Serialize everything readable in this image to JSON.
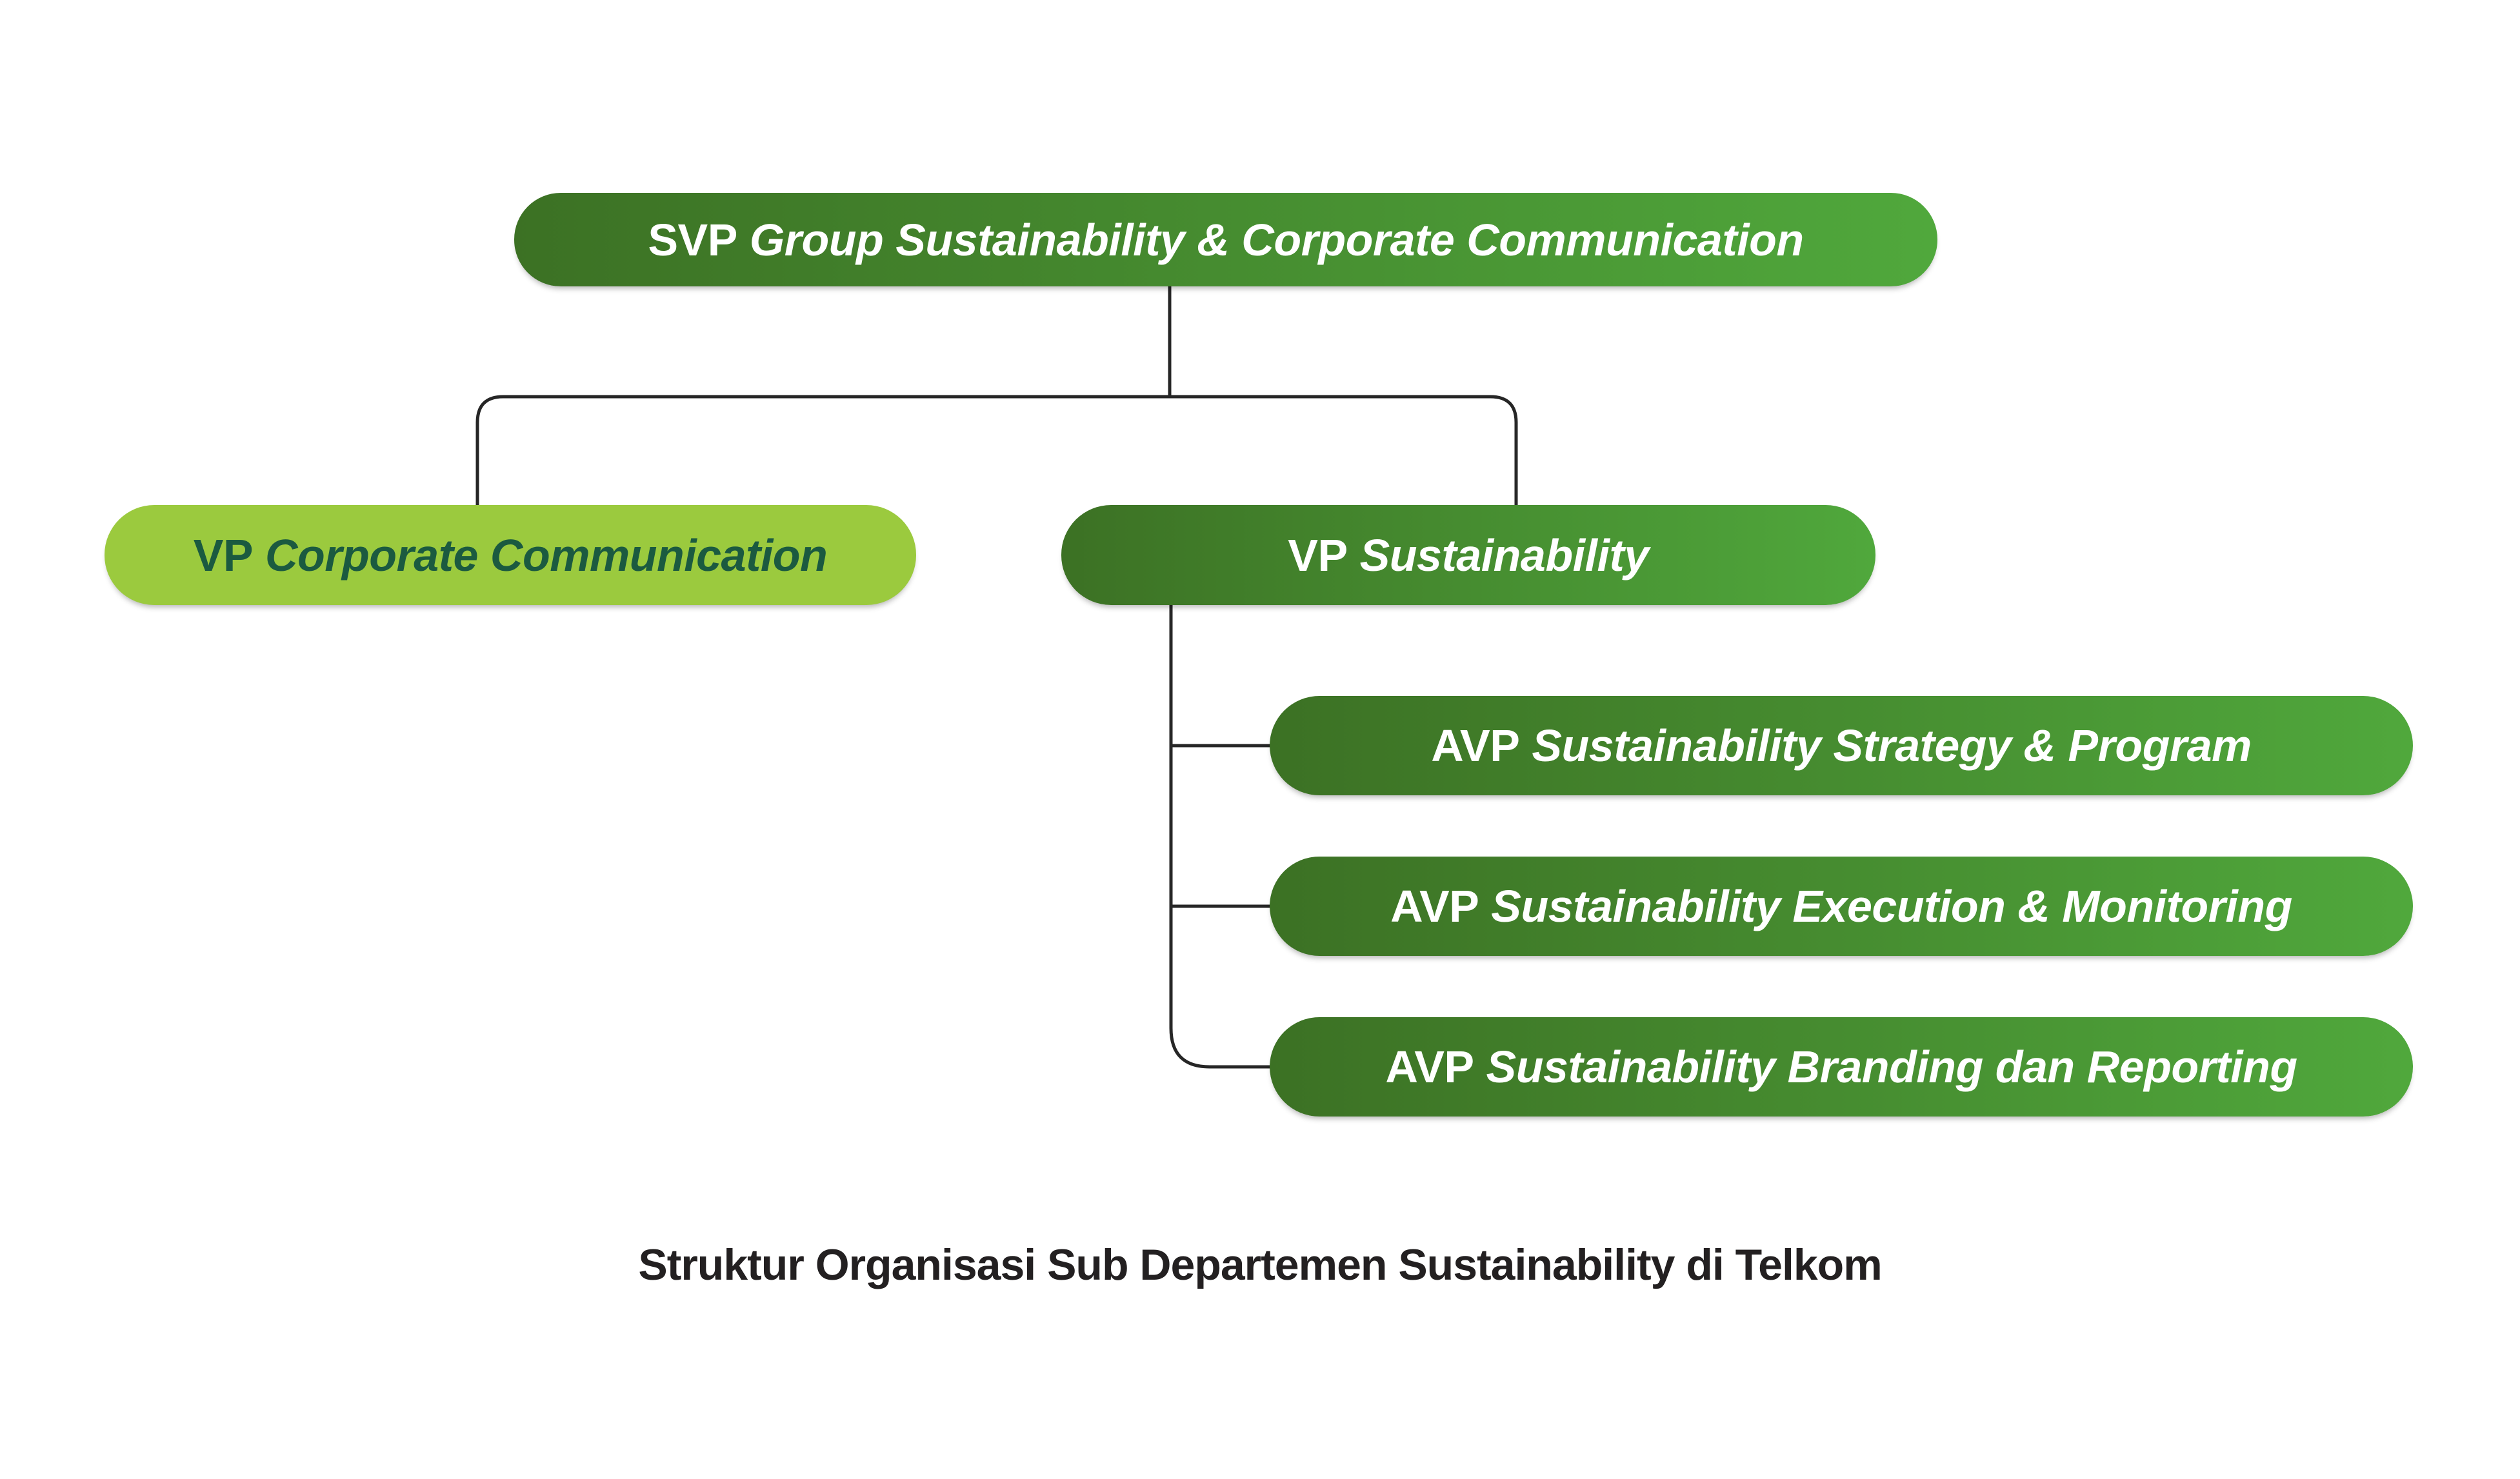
{
  "caption": "Struktur Organisasi Sub Departemen Sustainability di Telkom",
  "colors": {
    "background": "#FFFFFF",
    "gradient_start": "#3C7124",
    "gradient_end": "#50A83C",
    "light_green": "#9BCA3E",
    "dark_text": "#1B5A40",
    "white_text": "#FFFFFF",
    "line": "#262626",
    "caption_text": "#232021"
  },
  "nodes": [
    {
      "prefix": "SVP",
      "title": "Group Sustainability & Corporate Communication",
      "variant": "dark",
      "parent": null
    },
    {
      "prefix": "VP",
      "title": "Corporate Communication",
      "variant": "light",
      "parent": 0
    },
    {
      "prefix": "VP",
      "title": "Sustainability",
      "variant": "dark",
      "parent": 0
    },
    {
      "prefix": "AVP",
      "title": "Sustainability Strategy & Program",
      "variant": "dark",
      "parent": 2
    },
    {
      "prefix": "AVP",
      "title": "Sustainability Execution & Monitoring",
      "variant": "dark",
      "parent": 2
    },
    {
      "prefix": "AVP",
      "title": "Sustainability Branding dan Reporting",
      "variant": "dark",
      "parent": 2
    }
  ]
}
